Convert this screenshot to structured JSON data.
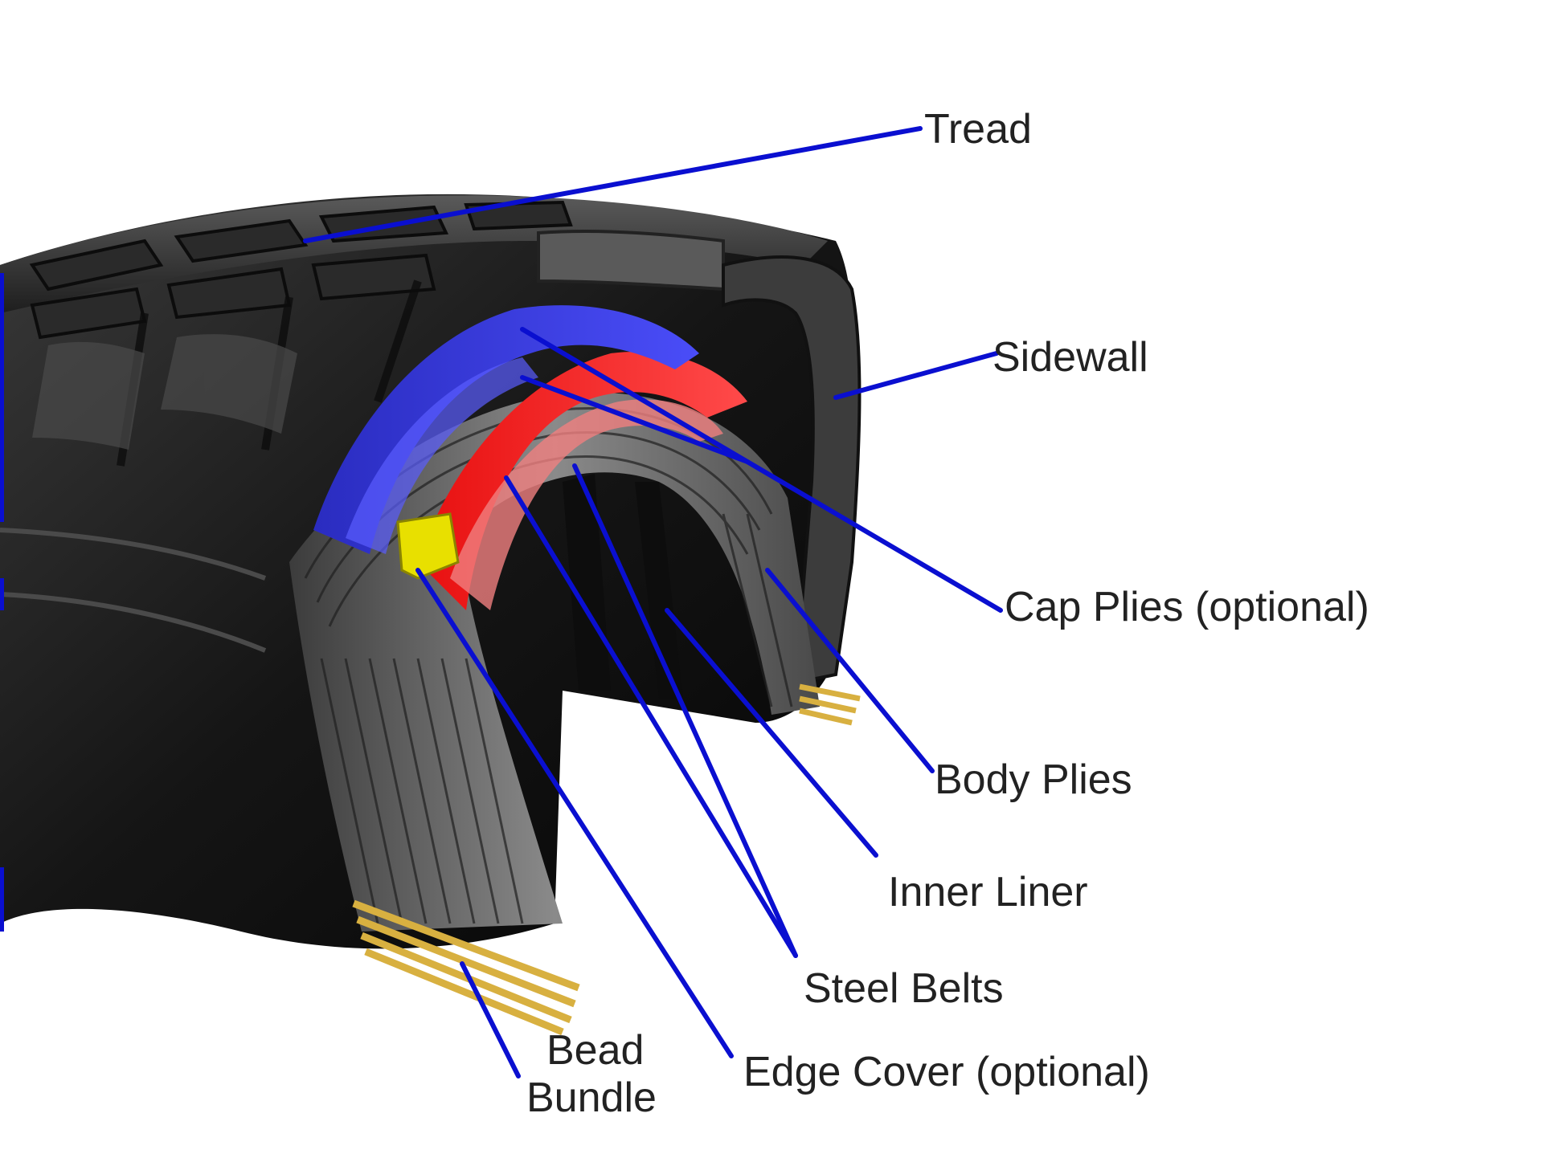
{
  "labels": {
    "tread": "Tread",
    "sidewall": "Sidewall",
    "cap_plies": "Cap Plies (optional)",
    "body_plies": "Body Plies",
    "inner_liner": "Inner Liner",
    "steel_belts": "Steel Belts",
    "edge_cover": "Edge Cover (optional)",
    "bead_bundle_line1": "Bead",
    "bead_bundle_line2": "Bundle"
  },
  "colors": {
    "leader_lines": "#0a0fd0",
    "cap_plies": "#3a3df0",
    "steel_belts": "#f01818",
    "edge_cover": "#e8e000",
    "bead_bundle": "#d8b040",
    "rubber": "#1a1a1a"
  }
}
